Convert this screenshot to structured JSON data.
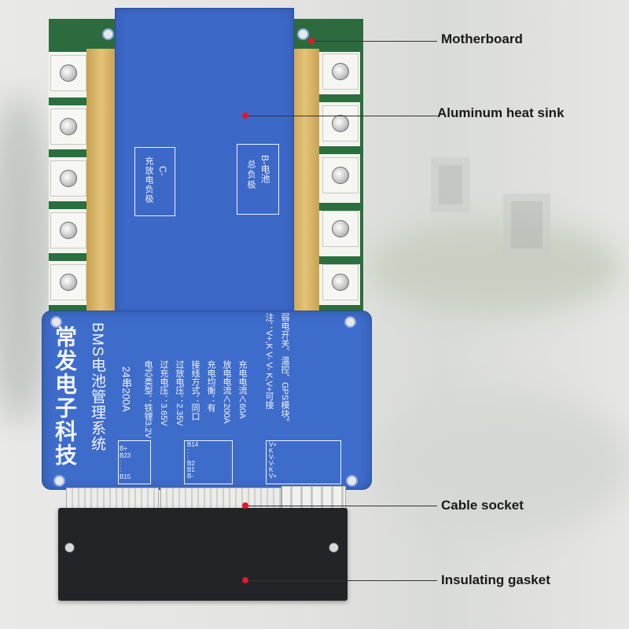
{
  "callouts": {
    "motherboard": "Motherboard",
    "heat_sink": "Aluminum heat sink",
    "cable_socket": "Cable socket",
    "gasket": "Insulating gasket"
  },
  "heat_sink": {
    "c_label": "C-",
    "c_text": "充放电负极",
    "b_label": "B-电池",
    "b_text": "总负极"
  },
  "board": {
    "brand": "常发电子科技",
    "system": "BMS电池管理系统",
    "model": "24串200A",
    "specs": [
      "电芯类型：铁锂3.2V",
      "过充电压：3.65V",
      "过放电压：2.35V",
      "接线方式：同口",
      "充电均衡：有",
      "放电电流＜200A",
      "充电电流＜60A"
    ],
    "note1": "注：V+,K V- V- K,V+可接",
    "note2": "弱电开关、温控、GPS模块。",
    "pins_b_high": [
      "B+",
      "B23",
      ":",
      ":",
      "B15"
    ],
    "pins_b_low": [
      "B14",
      ":",
      ":",
      "B2",
      "B1",
      "B-"
    ],
    "pins_ctrl": [
      "V+",
      "K",
      "V-",
      "V-",
      "K",
      "V+"
    ]
  },
  "colors": {
    "accent_dot": "#e0192c",
    "sink_blue": "#3c68c8",
    "pcb_green": "#2c6b3d"
  }
}
